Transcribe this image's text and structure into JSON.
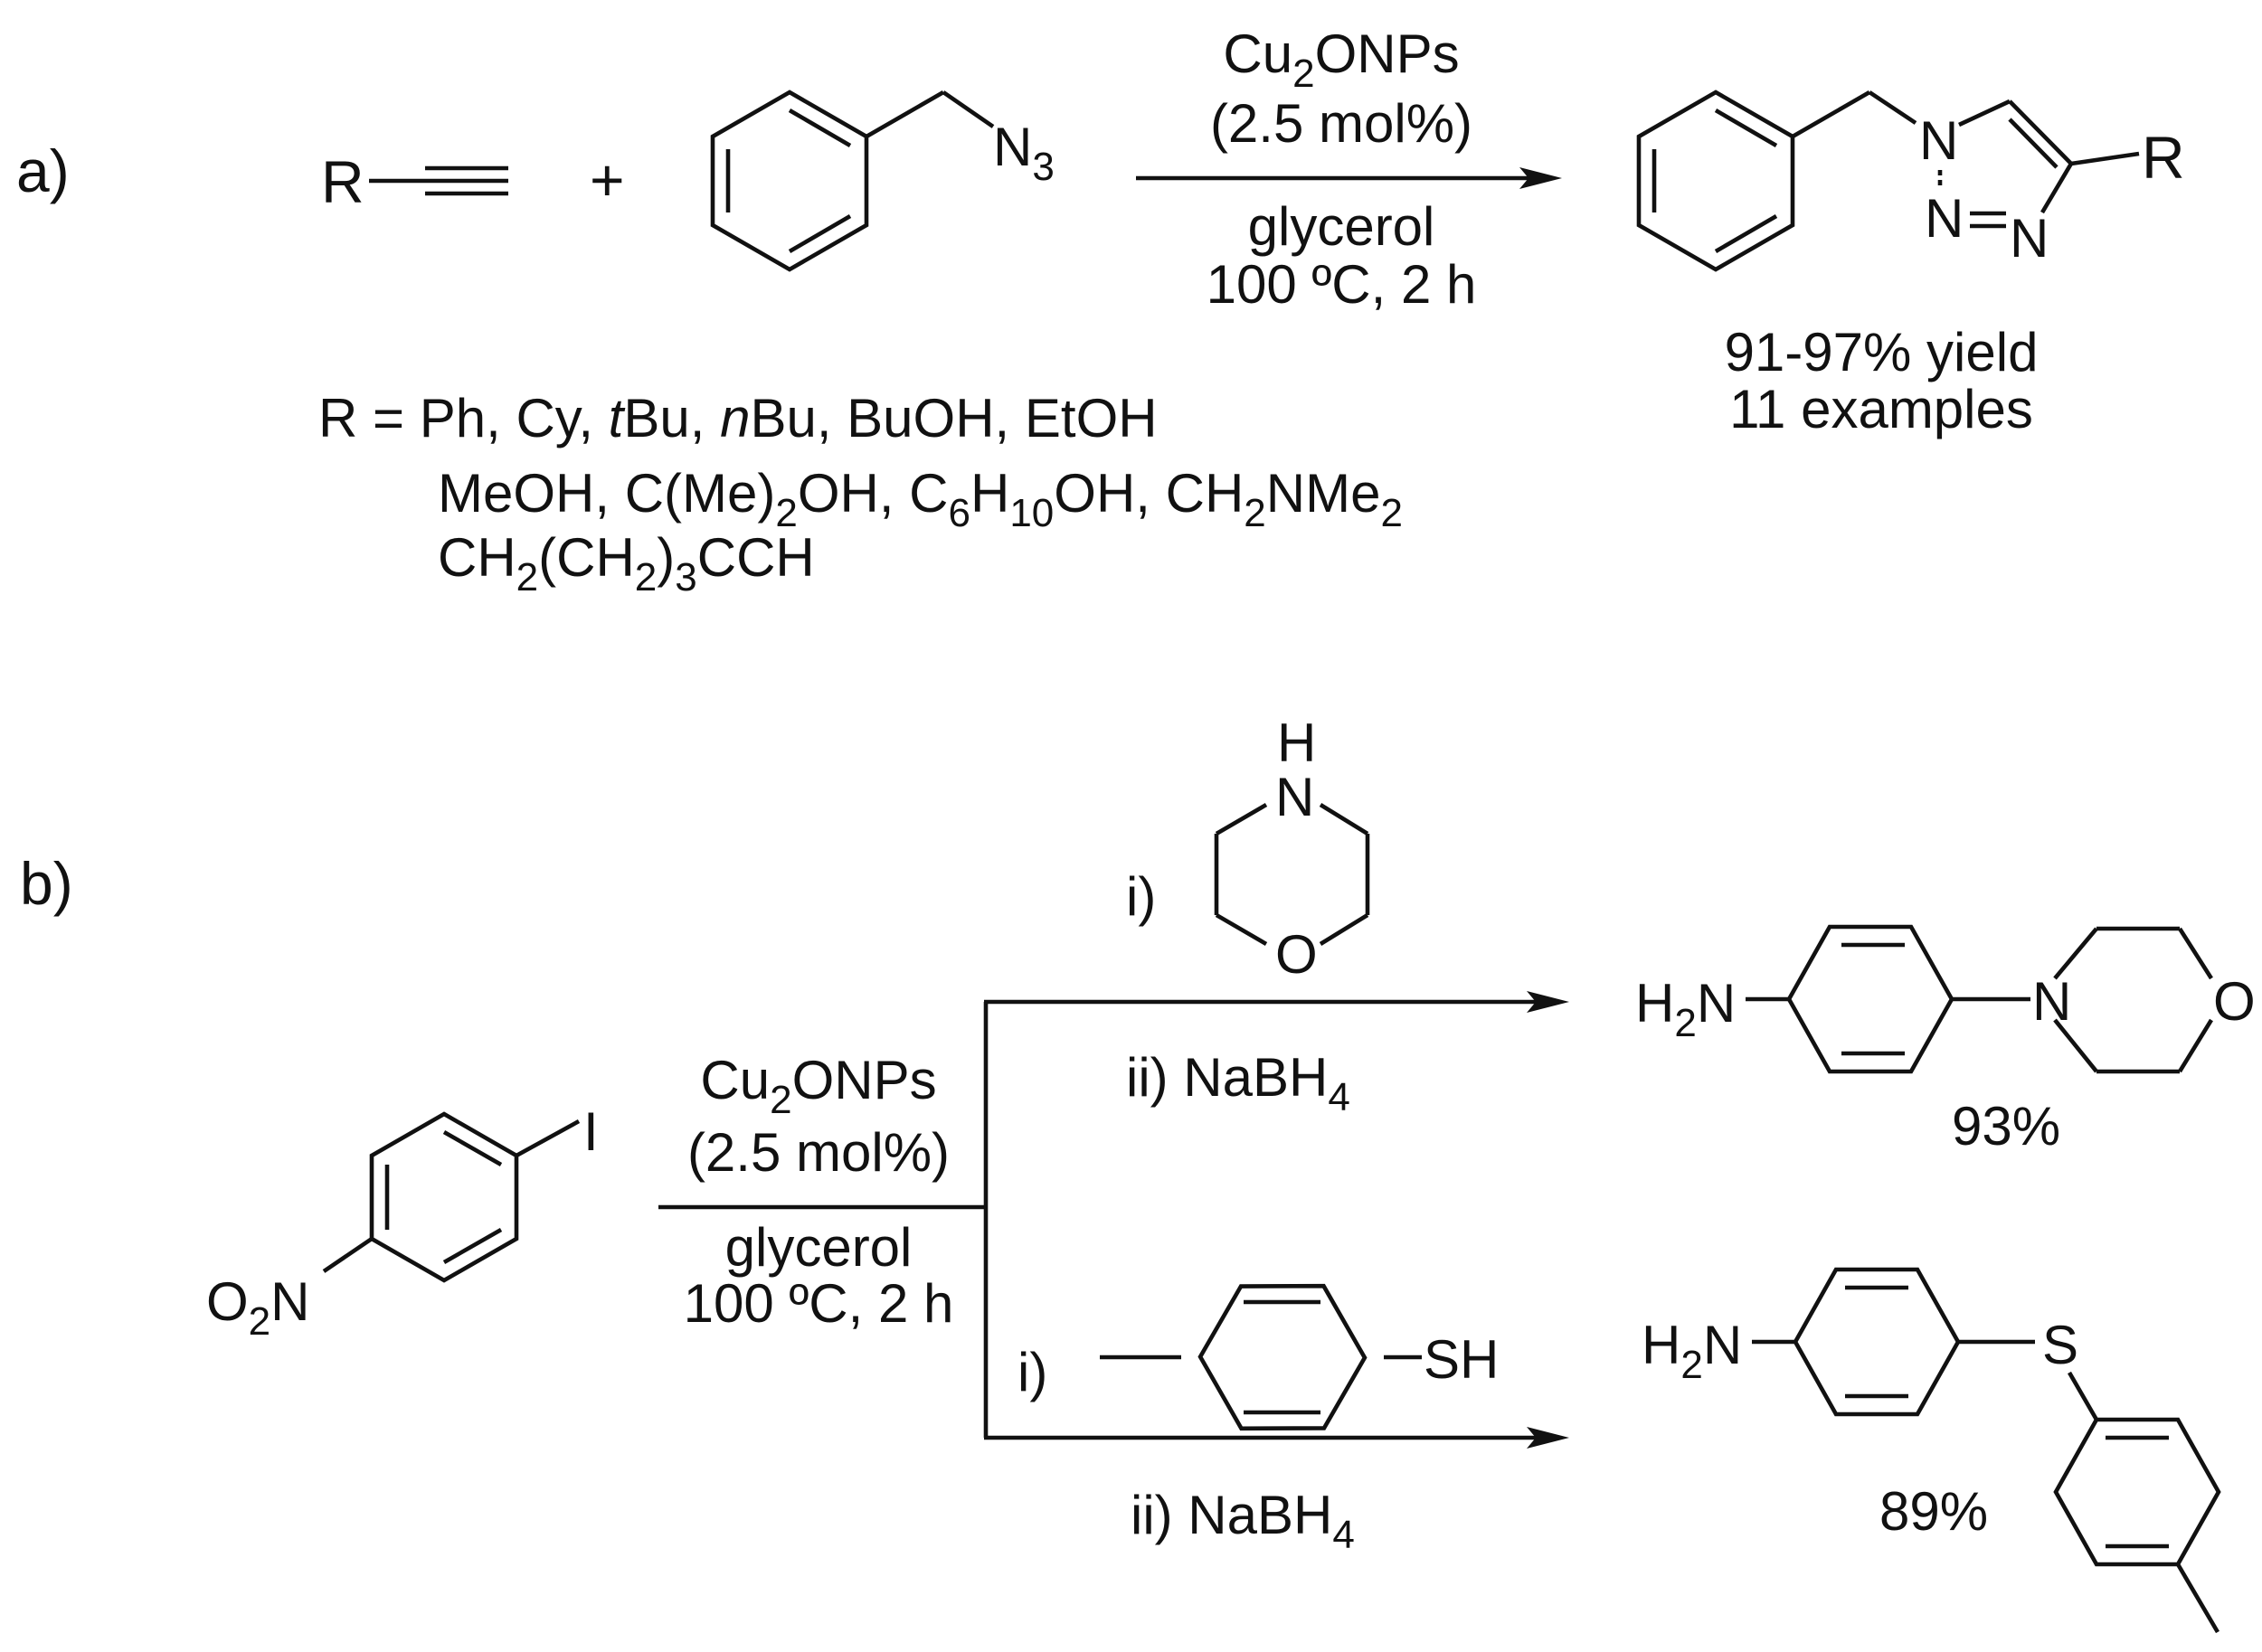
{
  "panel_a": {
    "label": "a)",
    "reagent_r": "R",
    "plus": "+",
    "azide_n": "N",
    "azide_sub": "3",
    "cond_top_1": "Cu",
    "cond_top_1_sub": "2",
    "cond_top_1_rest": "ONPs",
    "cond_top_2": "(2.5 mol%)",
    "cond_bottom_1": "glycerol",
    "cond_bottom_2": "100 ºC, 2 h",
    "product_r": "R",
    "product_n1": "N",
    "product_n2": "N",
    "product_n3": "N",
    "yield": "91-97% yield",
    "examples": "11 examples",
    "r_line1_pre": "R = Ph, Cy, ",
    "r_line1_t": "t",
    "r_line1_mid": "Bu, ",
    "r_line1_n": "n",
    "r_line1_post": "Bu, BuOH, EtOH",
    "r_line2": {
      "a": "MeOH, C(Me)",
      "a_sub": "2",
      "b": "OH, C",
      "b_sub": "6",
      "c": "H",
      "c_sub": "10",
      "d": "OH, CH",
      "d_sub": "2",
      "e": "NMe",
      "e_sub": "2"
    },
    "r_line3": {
      "a": "CH",
      "a_sub": "2",
      "b": "(CH",
      "b_sub": "2",
      "c": ")",
      "c_sub": "3",
      "d": "CCH"
    }
  },
  "panel_b": {
    "label": "b)",
    "iodo_i": "I",
    "nitro_o": "O",
    "nitro_sub": "2",
    "nitro_n": "N",
    "cond_top_1": "Cu",
    "cond_top_1_sub": "2",
    "cond_top_1_rest": "ONPs",
    "cond_top_2": "(2.5 mol%)",
    "cond_bottom_1": "glycerol",
    "cond_bottom_2": "100 ºC, 2 h",
    "upper_step_1": "i)",
    "morph_h": "H",
    "morph_n": "N",
    "morph_o": "O",
    "upper_step_2": "ii) NaBH",
    "upper_step_2_sub": "4",
    "lower_step_1": "i)",
    "thiol_sh": "SH",
    "lower_step_2": "ii) NaBH",
    "lower_step_2_sub": "4",
    "prod1_h": "H",
    "prod1_sub": "2",
    "prod1_n": "N",
    "prod1_morph_n": "N",
    "prod1_morph_o": "O",
    "prod1_yield": "93%",
    "prod2_h": "H",
    "prod2_sub": "2",
    "prod2_n": "N",
    "prod2_s": "S",
    "prod2_yield": "89%"
  }
}
